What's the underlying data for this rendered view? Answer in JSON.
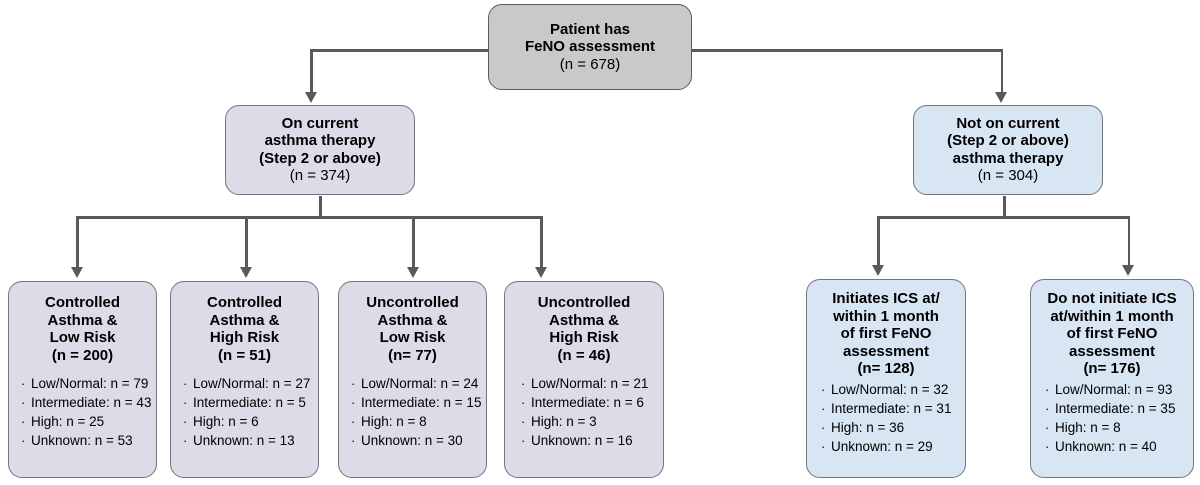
{
  "diagram": {
    "title": "FeNO assessment patient flow diagram",
    "colors": {
      "root_fill": "#c9c9c9",
      "left_branch_fill": "#dcdce8",
      "right_branch_fill": "#d8e6f4",
      "connector": "#59595f",
      "border": "#75757e",
      "text": "#000000"
    }
  },
  "root": {
    "line1": "Patient has",
    "line2": "FeNO assessment",
    "count": "(n = 678)"
  },
  "branches": [
    {
      "id": "on-therapy",
      "line1": "On current",
      "line2": "asthma therapy",
      "line3": "(Step 2 or above)",
      "count": "(n = 374)"
    },
    {
      "id": "not-on-therapy",
      "line1": "Not on current",
      "line2": "(Step 2 or above)",
      "line3": "asthma therapy",
      "count": "(n = 304)"
    }
  ],
  "left_leaves": [
    {
      "id": "controlled-low-risk",
      "title_lines": [
        "Controlled",
        "Asthma &",
        "Low Risk"
      ],
      "count": "(n = 200)",
      "items": [
        "Low/Normal: n = 79",
        "Intermediate: n = 43",
        "High: n = 25",
        "Unknown: n = 53"
      ]
    },
    {
      "id": "controlled-high-risk",
      "title_lines": [
        "Controlled",
        "Asthma &",
        "High Risk"
      ],
      "count": "(n = 51)",
      "items": [
        "Low/Normal: n = 27",
        "Intermediate: n = 5",
        "High: n = 6",
        "Unknown: n = 13"
      ]
    },
    {
      "id": "uncontrolled-low-risk",
      "title_lines": [
        "Uncontrolled",
        "Asthma &",
        "Low Risk"
      ],
      "count": "(n= 77)",
      "items": [
        "Low/Normal: n = 24",
        "Intermediate: n = 15",
        "High: n = 8",
        "Unknown: n = 30"
      ]
    },
    {
      "id": "uncontrolled-high-risk",
      "title_lines": [
        "Uncontrolled",
        "Asthma &",
        "High Risk"
      ],
      "count": "(n = 46)",
      "items": [
        "Low/Normal: n = 21",
        "Intermediate: n = 6",
        "High: n = 3",
        "Unknown: n = 16"
      ]
    }
  ],
  "right_leaves": [
    {
      "id": "initiates-ics",
      "title_lines": [
        "Initiates ICS at/",
        "within 1 month",
        "of first FeNO",
        "assessment"
      ],
      "count": "(n= 128)",
      "items": [
        "Low/Normal: n = 32",
        "Intermediate: n = 31",
        "High: n = 36",
        "Unknown: n = 29"
      ]
    },
    {
      "id": "no-initiate-ics",
      "title_lines": [
        "Do not initiate ICS",
        "at/within 1 month",
        "of first FeNO",
        "assessment"
      ],
      "count": "(n= 176)",
      "items": [
        "Low/Normal: n = 93",
        "Intermediate: n = 35",
        "High: n = 8",
        "Unknown: n = 40"
      ]
    }
  ],
  "bullet_glyph": "·"
}
